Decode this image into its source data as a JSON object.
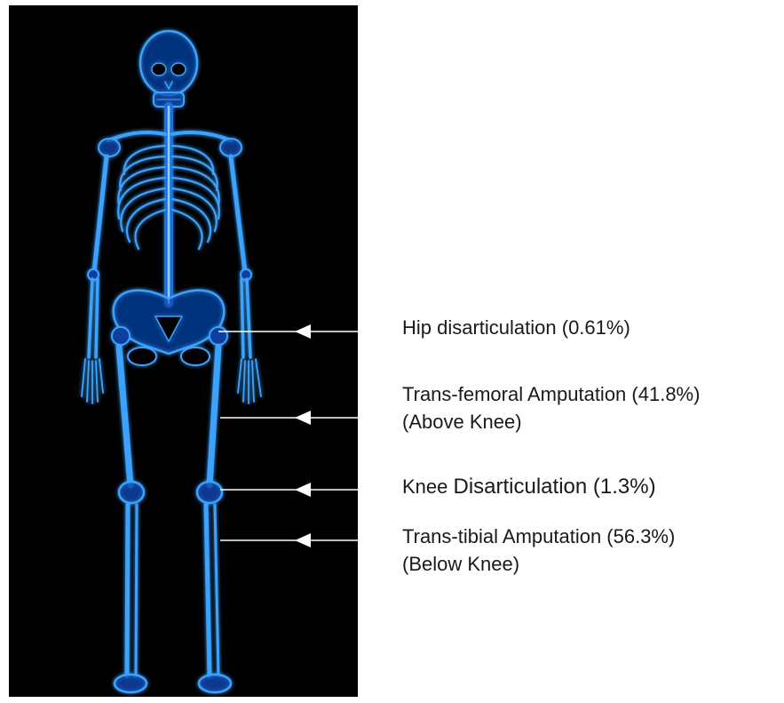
{
  "colors": {
    "background": "#000000",
    "bone": "#3aa3ff",
    "bone_glow": "#0a4cc2",
    "arrow": "#ffffff",
    "text": "#1a1a1a"
  },
  "labels": {
    "hip": {
      "line1": "Hip disarticulation (0.61%)",
      "percent": 0.61
    },
    "transfemoral": {
      "line1": "Trans-femoral  Amputation (41.8%)",
      "line2": "(Above Knee)",
      "percent": 41.8
    },
    "knee": {
      "word1": "Knee",
      "word2": "Disarticulation (1.3%)",
      "percent": 1.3
    },
    "transtibial": {
      "line1": "Trans-tibial  Amputation (56.3%)",
      "line2": "(Below Knee)",
      "percent": 56.3
    }
  }
}
